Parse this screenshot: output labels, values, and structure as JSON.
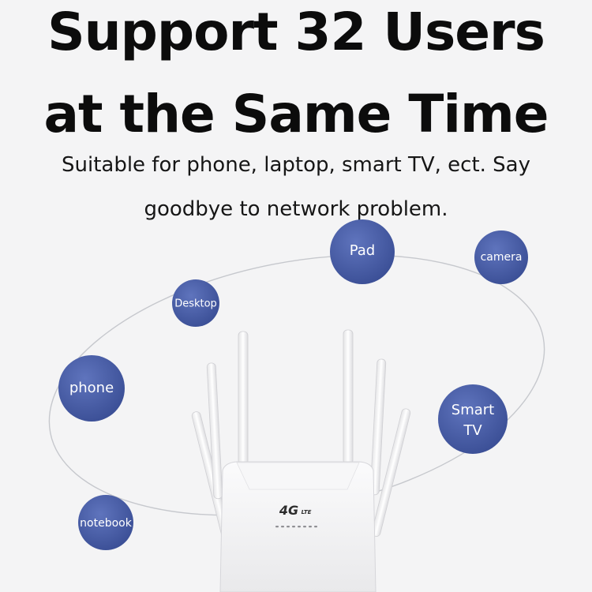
{
  "headline": {
    "line1": "Support 32 Users",
    "line2": "at the Same Time"
  },
  "subheadline": {
    "line1": "Suitable for phone, laptop, smart TV, ect. Say",
    "line2": "goodbye to network problem."
  },
  "devices": {
    "pad": "Pad",
    "camera": "camera",
    "desktop": "Desktop",
    "phone": "phone",
    "smart_tv_line1": "Smart",
    "smart_tv_line2": "TV",
    "notebook": "notebook"
  },
  "router": {
    "logo_main": "4G",
    "logo_sub": "LTE"
  },
  "colors": {
    "bubble": "#4a5fa6",
    "bubble_dark": "#33458a",
    "orbit": "#c7c9ce",
    "router_body": "#f3f3f4"
  }
}
